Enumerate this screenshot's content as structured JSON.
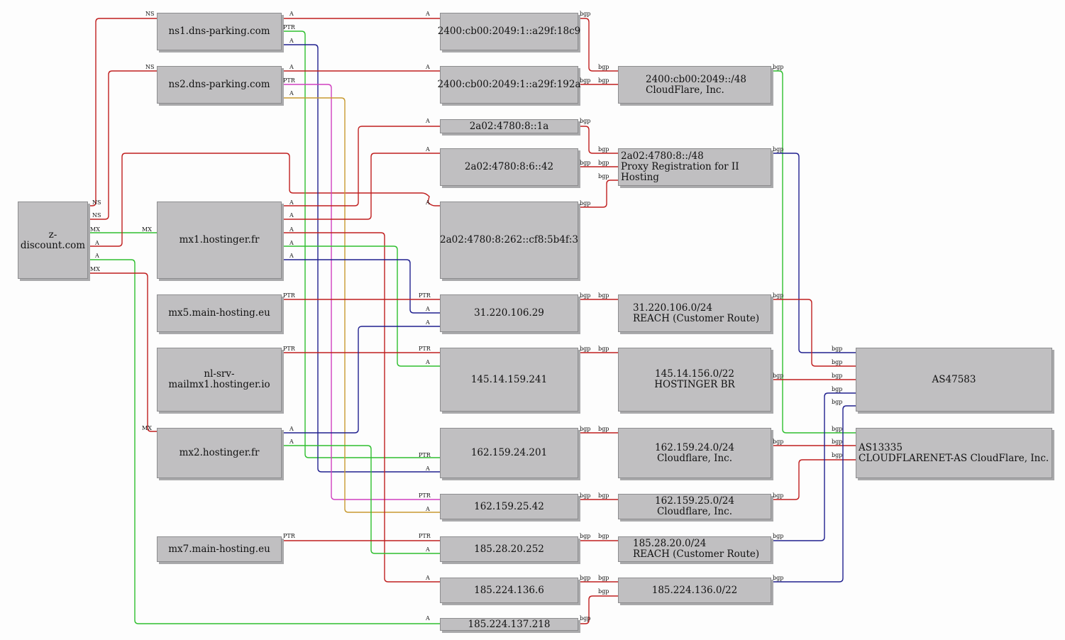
{
  "colors": {
    "red": "#c01f1f",
    "green": "#2fbf2f",
    "blue": "#20208f",
    "magenta": "#d040c0",
    "orange": "#c89a30",
    "node_fill": "#c0bfc1"
  },
  "nodes": {
    "zdiscount": "z-discount.com",
    "ns1": "ns1.dns-parking.com",
    "ns2": "ns2.dns-parking.com",
    "mx1": "mx1.hostinger.fr",
    "mx5": "mx5.main-hosting.eu",
    "nlsrv": "nl-srv-mailmx1.hostinger.io",
    "mx2": "mx2.hostinger.fr",
    "mx7": "mx7.main-hosting.eu",
    "ip6_18c9": "2400:cb00:2049:1::a29f:18c9",
    "ip6_192a": "2400:cb00:2049:1::a29f:192a",
    "ip6_1a": "2a02:4780:8::1a",
    "ip6_42": "2a02:4780:8:6::42",
    "ip6_5b4f3": "2a02:4780:8:262::cf8:5b4f:3",
    "ip_31": "31.220.106.29",
    "ip_145": "145.14.159.241",
    "ip_162_24": "162.159.24.201",
    "ip_162_25": "162.159.25.42",
    "ip_185_28": "185.28.20.252",
    "ip_185_224_6": "185.224.136.6",
    "ip_185_224_218": "185.224.137.218",
    "pfx_2400": {
      "line1": "2400:cb00:2049::/48",
      "line2": "CloudFlare, Inc."
    },
    "pfx_2a02": {
      "line1": "2a02:4780:8::/48",
      "line2": "Proxy Registration for II Hosting"
    },
    "pfx_31": {
      "line1": "31.220.106.0/24",
      "line2": "REACH (Customer Route)"
    },
    "pfx_145": {
      "line1": "145.14.156.0/22",
      "line2": "HOSTINGER BR"
    },
    "pfx_162_24": {
      "line1": "162.159.24.0/24",
      "line2": "Cloudflare, Inc."
    },
    "pfx_162_25": {
      "line1": "162.159.25.0/24",
      "line2": "Cloudflare, Inc."
    },
    "pfx_185_28": {
      "line1": "185.28.20.0/24",
      "line2": "REACH (Customer Route)"
    },
    "pfx_185_224": "185.224.136.0/22",
    "as47583": "AS47583",
    "as13335": {
      "line1": "AS13335",
      "line2": "CLOUDFLARENET-AS CloudFlare, Inc."
    }
  },
  "edge_labels": {
    "ns": "NS",
    "mx": "MX",
    "a": "A",
    "ptr": "PTR",
    "bgp": "bgp"
  }
}
